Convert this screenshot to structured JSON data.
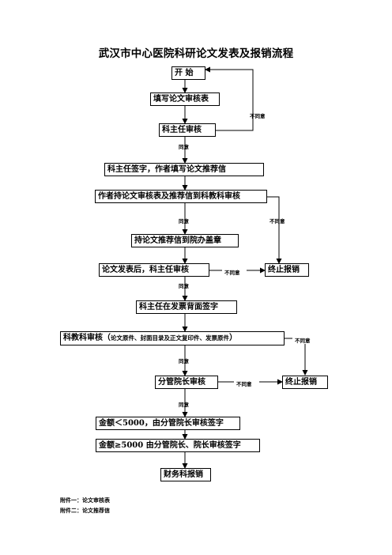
{
  "title": "武汉市中心医院科研论文发表及报销流程",
  "nodes": {
    "start": "开  始",
    "fill_form": "填写论文审核表",
    "dept_review": "科主任审核",
    "dept_sign": "科主任签字，作者填写论文推荐信",
    "submit_research": "作者持论文审核表及推荐信到科教科审核",
    "office_stamp": "持论文推荐信到院办盖章",
    "after_publish": "论文发表后，科主任审核",
    "terminate_1": "终止报销",
    "invoice_sign": "科主任在发票背面签字",
    "research_review_main": "科教科审核（",
    "research_review_detail": "论文原件、封面目录及正文复印件、发票原件",
    "research_review_close": "）",
    "vp_review": "分管院长审核",
    "terminate_2": "终止报销",
    "amount_lt": "金额＜5000，由分管院长审核签字",
    "amount_ge": "金额≥5000 由分管院长、院长审核签字",
    "finance": "财务科报销"
  },
  "edge_labels": {
    "agree": "同意",
    "disagree": "不同意"
  },
  "attachments": [
    "附件一：论文审核表",
    "附件二：论文推荐信"
  ]
}
